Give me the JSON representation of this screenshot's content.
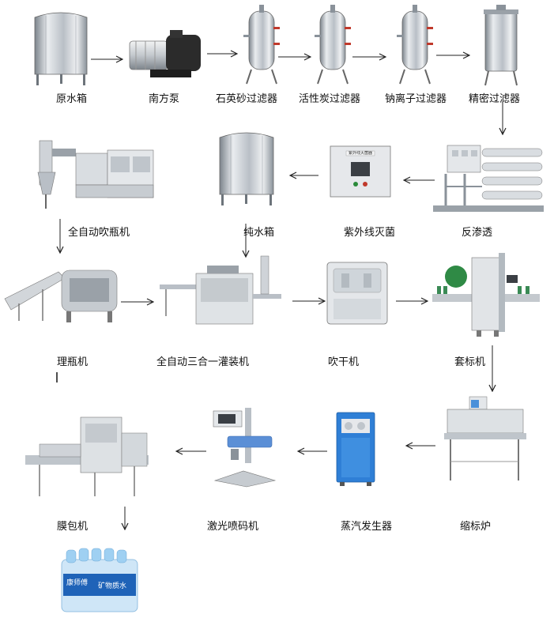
{
  "labels": {
    "raw_tank": "原水箱",
    "pump": "南方泵",
    "quartz": "石英砂过滤器",
    "carbon": "活性炭过滤器",
    "sodium": "钠离子过滤器",
    "precision": "精密过滤器",
    "blow_molding": "全自动吹瓶机",
    "pure_tank": "纯水箱",
    "uv": "紫外线灭菌",
    "ro": "反渗透",
    "unscrambler": "理瓶机",
    "filling": "全自动三合一灌装机",
    "dryer": "吹干机",
    "sleeve": "套标机",
    "shrink_wrap": "膜包机",
    "laser": "激光喷码机",
    "steam": "蒸汽发生器",
    "shrink_tunnel": "缩标炉",
    "uv_panel_text": "紫外线灭菌器",
    "product_brand": "康师傅",
    "product_name": "矿物质水"
  },
  "colors": {
    "steel_light": "#e9ecef",
    "steel_mid": "#b9bfc6",
    "steel_dark": "#7c848c",
    "motor_dark": "#2b2b2b",
    "steam_blue": "#2f7fd6",
    "laser_blue": "#5b8fd6",
    "water_blue": "#4aa3e0",
    "arrow": "#222222"
  },
  "icons": {
    "raw_tank": "steel-tank-icon",
    "pump": "horizontal-pump-icon",
    "filter": "filter-vessel-icon",
    "precision": "cartridge-filter-icon",
    "ro": "ro-system-icon",
    "uv": "uv-sterilizer-icon",
    "blow_molding": "blow-molding-machine-icon",
    "unscrambler": "bottle-unscrambler-icon",
    "filling": "filling-machine-icon",
    "dryer": "air-dryer-icon",
    "sleeve": "sleeve-labeler-icon",
    "shrink_tunnel": "shrink-tunnel-icon",
    "steam": "steam-generator-icon",
    "laser": "laser-coder-icon",
    "shrink_wrap": "shrink-wrapper-icon",
    "product": "bottled-water-pack-icon"
  }
}
